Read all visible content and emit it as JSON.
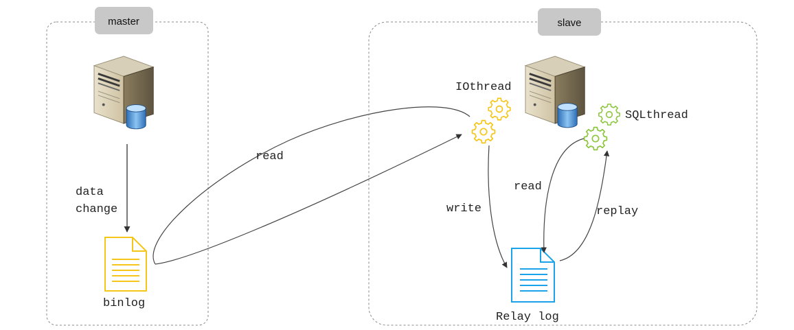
{
  "groups": {
    "master": "master",
    "slave": "slave"
  },
  "labels": {
    "data_change_line1": "data",
    "data_change_line2": "change",
    "binlog": "binlog",
    "read_master": "read",
    "io_thread": "IOthread",
    "sql_thread": "SQLthread",
    "write": "write",
    "read_slave": "read",
    "replay": "replay",
    "relay_log": "Relay log"
  },
  "colors": {
    "binlog_file": "#f5c518",
    "relay_file": "#1aa3e8",
    "io_gear": "#f5c518",
    "sql_gear": "#8dc63f",
    "group_tag": "#c8c8c8",
    "border": "#888888"
  },
  "icons": {
    "master_server": "server-database-icon",
    "slave_server": "server-database-icon",
    "binlog": "document-icon",
    "relay_log": "document-icon",
    "io_thread": "gears-icon",
    "sql_thread": "gears-icon"
  }
}
